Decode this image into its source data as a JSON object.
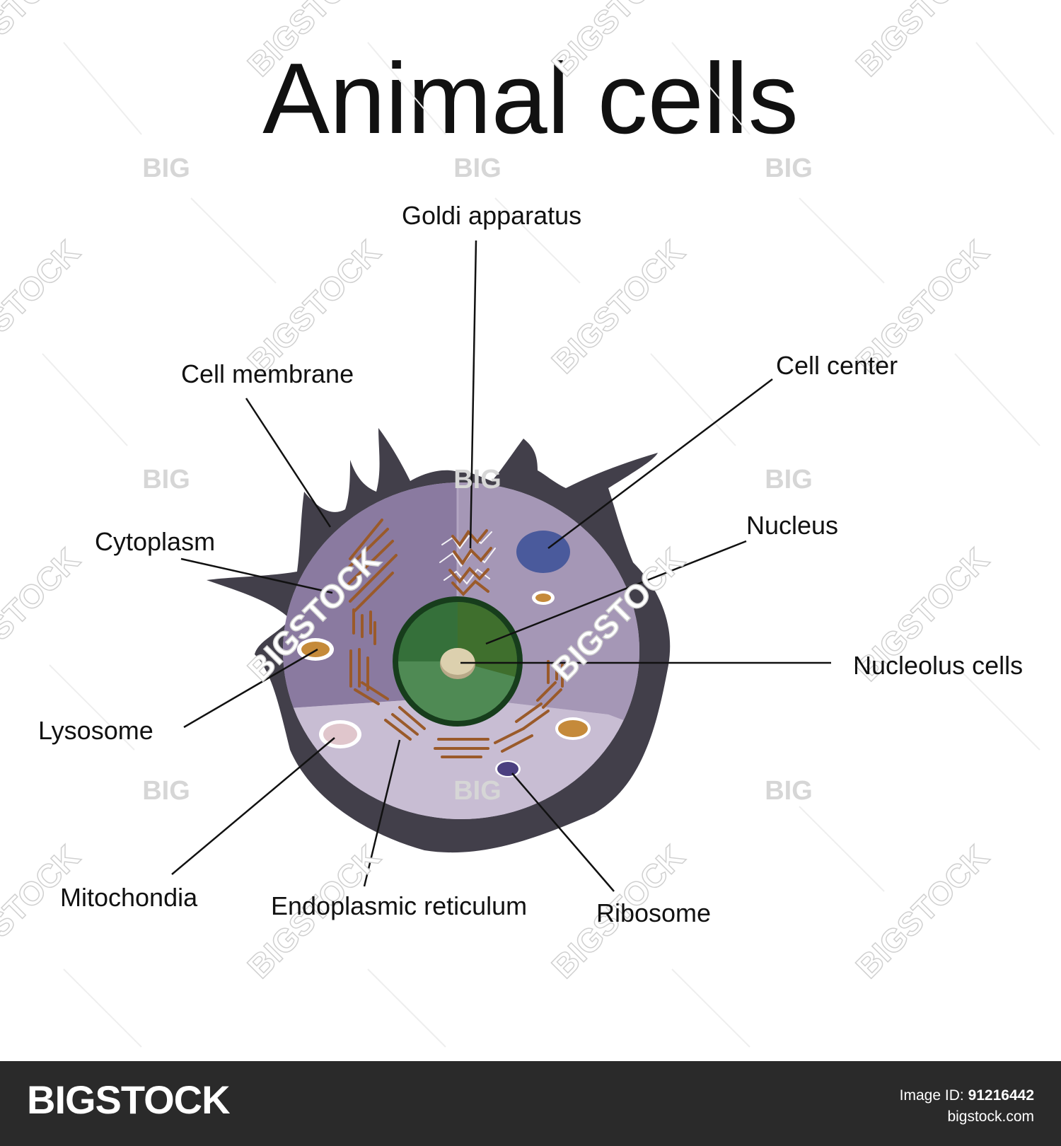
{
  "title": "Animal cells",
  "labels": {
    "golgi": "Goldi apparatus",
    "cell_membrane": "Cell membrane",
    "cell_center": "Cell center",
    "nucleus": "Nucleus",
    "cytoplasm": "Cytoplasm",
    "nucleolus": "Nucleolus cells",
    "lysosome": "Lysosome",
    "mitochondria": "Mitochondia",
    "endoplasmic_reticulum": "Endoplasmic reticulum",
    "ribosome": "Ribosome"
  },
  "watermark": {
    "big": "BIG",
    "bigstock": "BIGSTOCK"
  },
  "footer": {
    "brand": "BIGSTOCK",
    "image_id_label": "Image ID:",
    "image_id": "91216442",
    "site": "bigstock.com"
  },
  "colors": {
    "membrane": "#423f4a",
    "cytoplasm_dark": "#8a7aa0",
    "cytoplasm_mid": "#a597b6",
    "cytoplasm_light": "#c8bdd3",
    "nucleus": "#2e6b30",
    "er": "#9a5a2a",
    "centrosome": "#4a5a9c"
  }
}
